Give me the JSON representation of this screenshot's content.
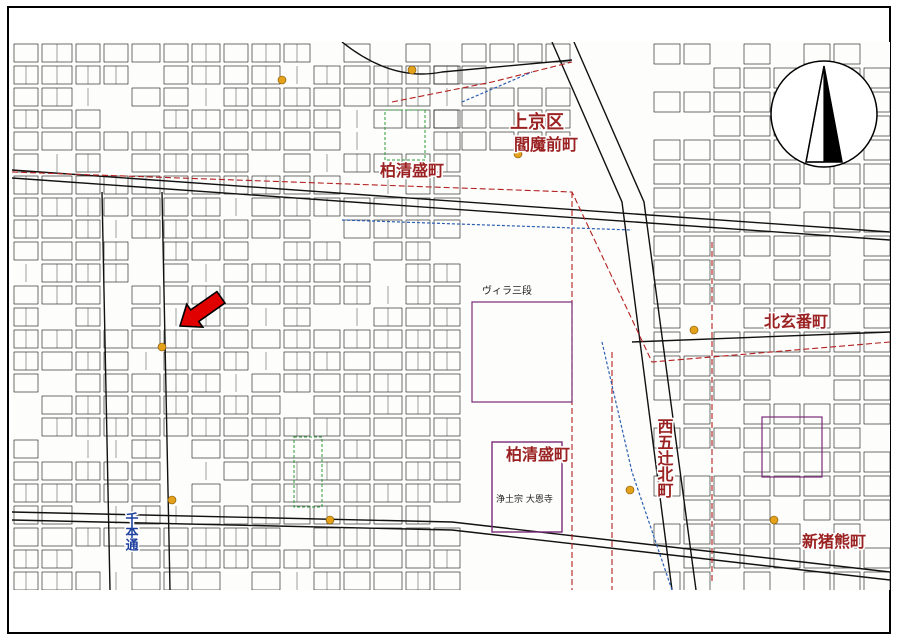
{
  "map": {
    "district_labels": {
      "kamigyo_ku": "上京区",
      "enmamae_cho": "閻魔前町",
      "kashiwa_seimori_cho_north": "柏清盛町",
      "kashiwa_seimori_cho_south": "柏清盛町",
      "kitagoban_cho": "北玄番町",
      "nishigojo_kita_cho": "西五辻北町",
      "shinkamimori_cho": "新猪熊町",
      "senbon_street": "千本通"
    },
    "landmarks": {
      "temple_label": "浄土宗 大恩寺",
      "villa_label": "ヴィラ三段"
    },
    "marker": {
      "type": "arrow",
      "color": "#e10000",
      "direction": "pointing-southwest"
    },
    "colors": {
      "road_outline": "#111111",
      "boundary": "#b32020",
      "route_line": "#2c5fb4",
      "park_dash": "#2a9a3a",
      "poi": "#e3a21a"
    },
    "compass": {
      "icon": "north-arrow",
      "direction": "north"
    }
  }
}
